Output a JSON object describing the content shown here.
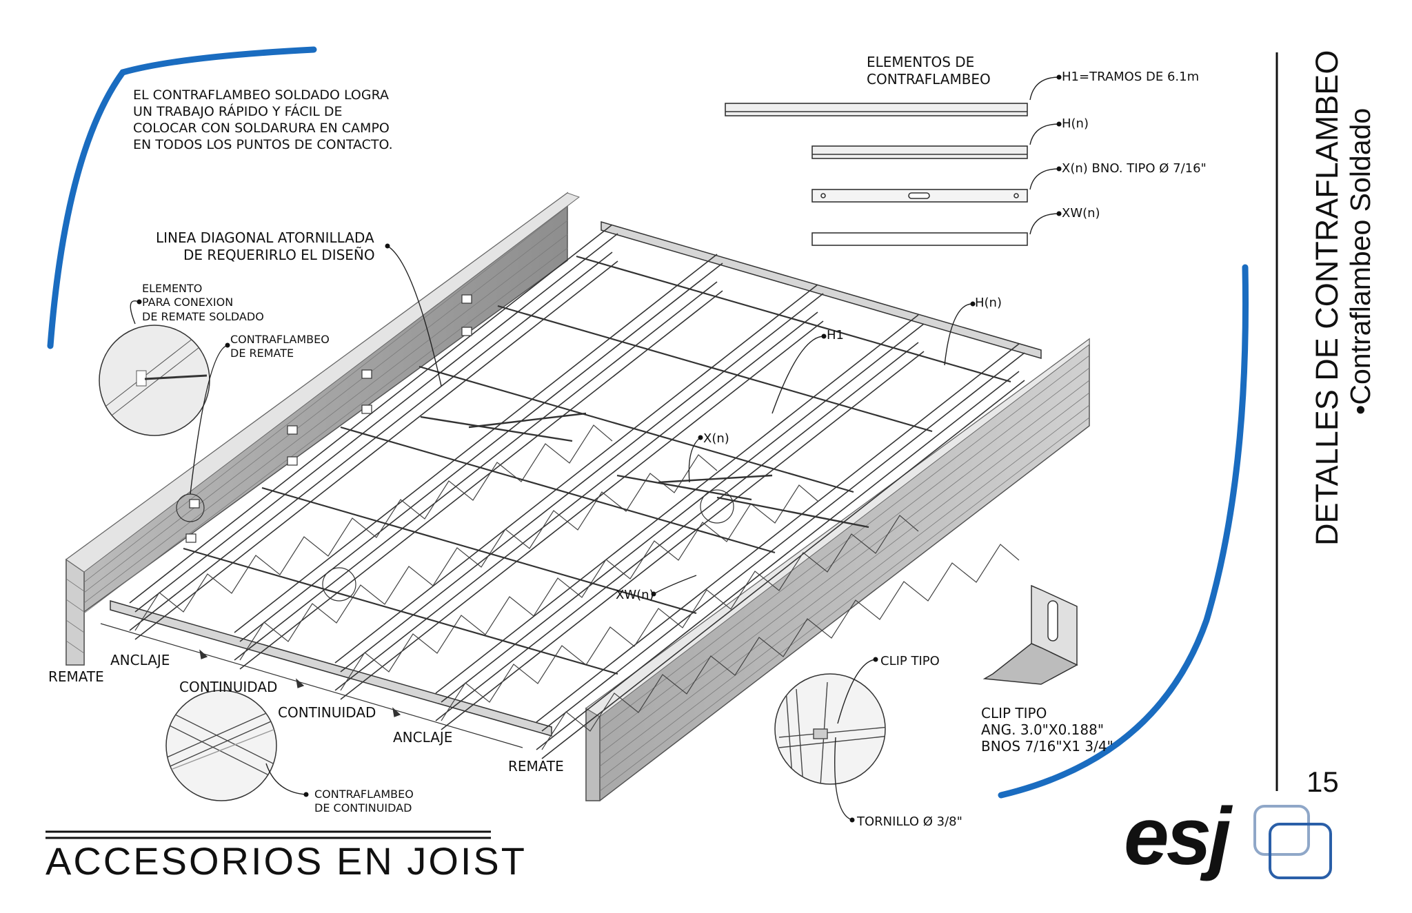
{
  "title": {
    "main": "DETALLES DE CONTRAFLAMBEO",
    "subtitle": "•Contraflambeo Soldado",
    "page_number": "15",
    "footer": "ACCESORIOS EN JOIST",
    "logo": "esj"
  },
  "intro": {
    "line1": "EL CONTRAFLAMBEO SOLDADO LOGRA",
    "line2": "UN TRABAJO RÁPIDO Y FÁCIL DE",
    "line3": "COLOCAR CON SOLDARURA EN CAMPO",
    "line4": "EN TODOS LOS PUNTOS DE CONTACTO."
  },
  "elements": {
    "heading1": "ELEMENTOS DE",
    "heading2": "CONTRAFLAMBEO",
    "h1": "H1=TRAMOS DE 6.1m",
    "hn": "H(n)",
    "xn": "X(n) BNO. TIPO Ø 7/16\"",
    "xwn": "XW(n)"
  },
  "labels": {
    "diagonal1": "LINEA DIAGONAL ATORNILLADA",
    "diagonal2": "DE REQUERIRLO EL DISEÑO",
    "elemento1": "ELEMENTO",
    "elemento2": "PARA CONEXION",
    "elemento3": "DE REMATE SOLDADO",
    "contraflambeo_remate1": "CONTRAFLAMBEO",
    "contraflambeo_remate2": "DE REMATE",
    "hn_plan": "H(n)",
    "h1_plan": "H1",
    "xn_plan": "X(n)",
    "xwn_plan": "XW(n)",
    "remate_left": "REMATE",
    "anclaje_left": "ANCLAJE",
    "continuidad_1": "CONTINUIDAD",
    "continuidad_2": "CONTINUIDAD",
    "anclaje_right": "ANCLAJE",
    "remate_right": "REMATE",
    "contraflambeo_cont1": "CONTRAFLAMBEO",
    "contraflambeo_cont2": "DE CONTINUIDAD",
    "clip_tipo_label": "CLIP TIPO",
    "tornillo": "TORNILLO Ø 3/8\""
  },
  "clip": {
    "line1": "CLIP TIPO",
    "line2": "ANG. 3.0\"X0.188\"",
    "line3": "BNOS 7/16\"X1 3/4\""
  },
  "colors": {
    "accent_blue": "#1a6cc0",
    "wall_gray": "#9a9a9a",
    "logo_blue": "#2a5fa8"
  }
}
